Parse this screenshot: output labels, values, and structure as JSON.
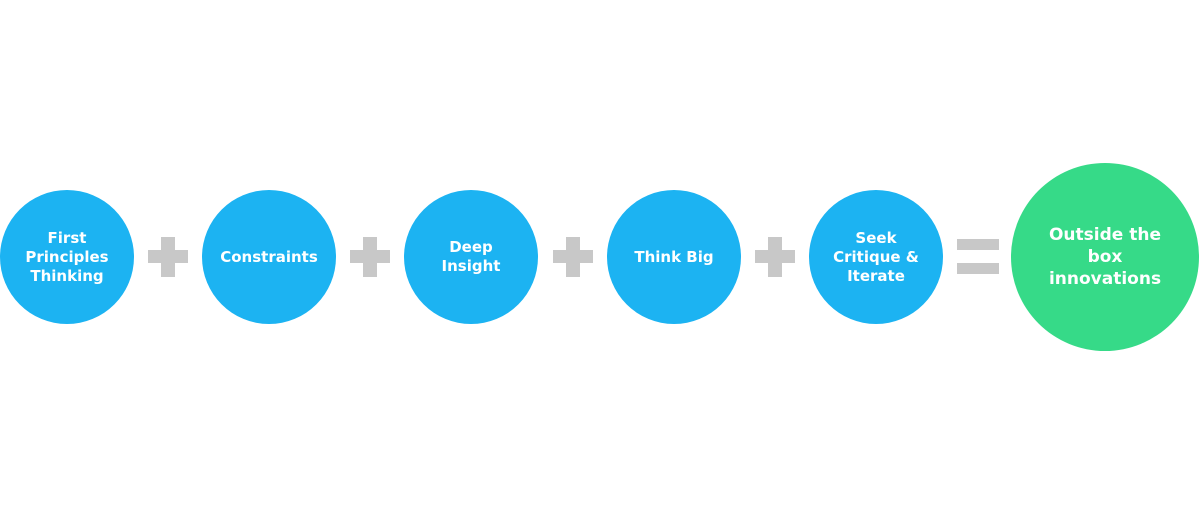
{
  "colors": {
    "input_circle": "#1cb3f2",
    "output_circle": "#36da88",
    "operator": "#c8c8c8",
    "text": "#ffffff"
  },
  "inputs": [
    {
      "label": "First\nPrinciples\nThinking"
    },
    {
      "label": "Constraints"
    },
    {
      "label": "Deep\nInsight"
    },
    {
      "label": "Think Big"
    },
    {
      "label": "Seek\nCritique &\nIterate"
    }
  ],
  "output": {
    "label": "Outside the\nbox\ninnovations"
  },
  "operators": {
    "plus": "+",
    "equals": "="
  }
}
